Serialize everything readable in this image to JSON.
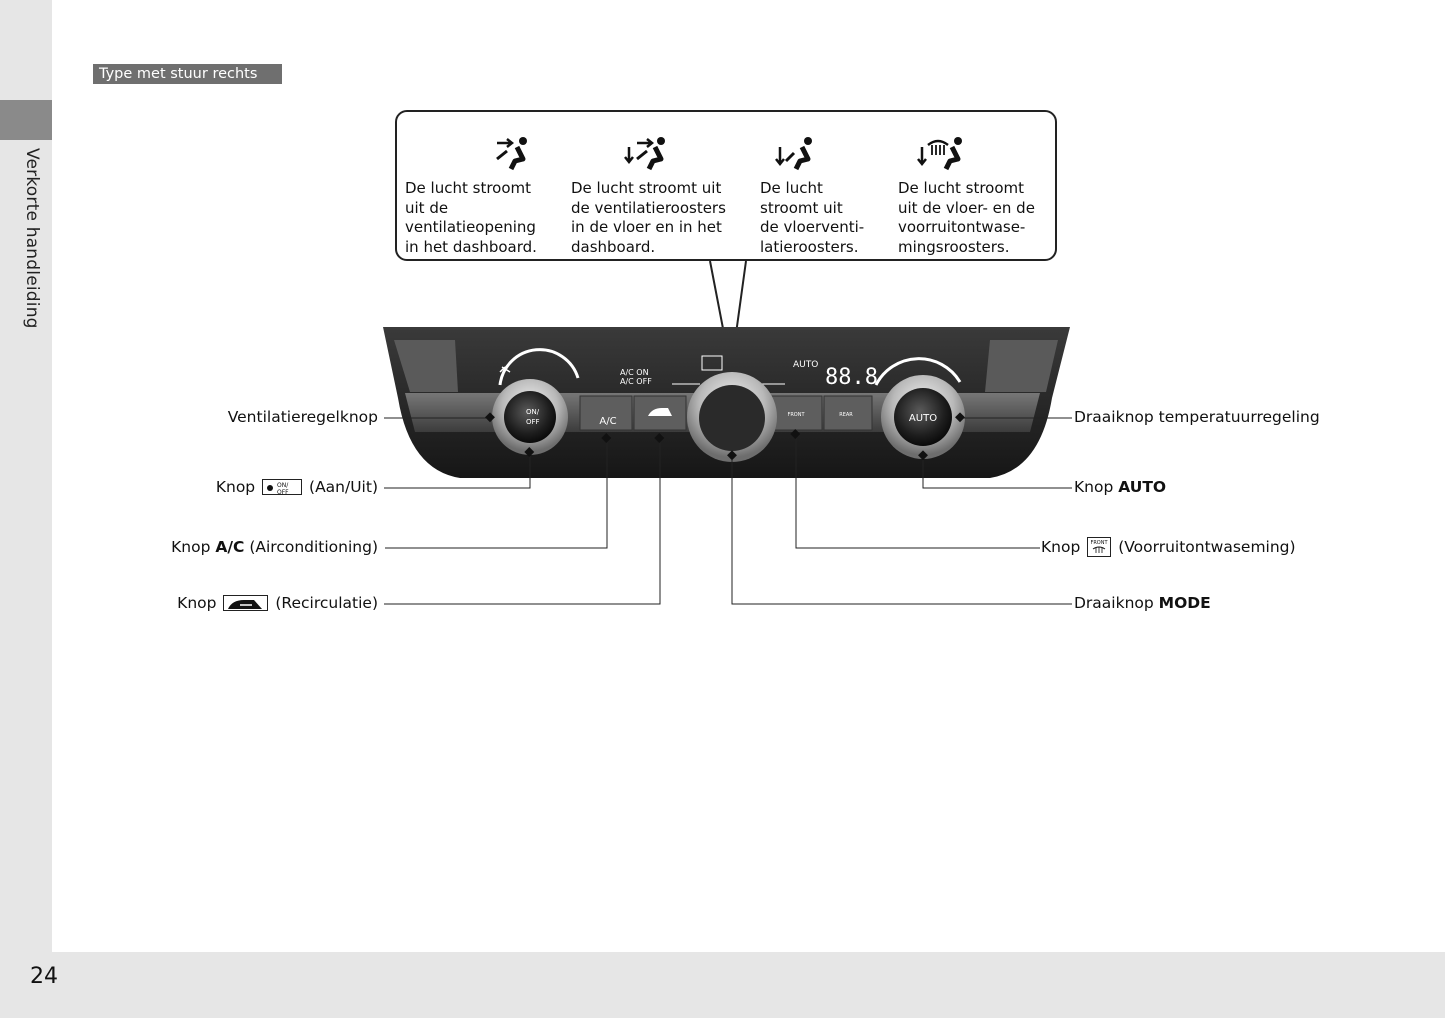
{
  "page": {
    "badge": "Type met stuur rechts",
    "side_title": "Verkorte handleiding",
    "page_number": "24"
  },
  "modes": [
    {
      "icon": "face-vent-icon",
      "text": "De lucht stroomt\nuit de\nventilatieopening\nin het dashboard."
    },
    {
      "icon": "bi-level-vent-icon",
      "text": "De lucht stroomt uit\nde ventilatieroosters\nin de vloer en in het\ndashboard."
    },
    {
      "icon": "floor-vent-icon",
      "text": "De lucht\nstroomt uit\nde vloerventi-\nlatieroosters."
    },
    {
      "icon": "floor-defrost-vent-icon",
      "text": "De lucht stroomt\nuit de vloer- en de\nvoorruitontwase-\nmingsroosters."
    }
  ],
  "panel": {
    "fan_knob_label": "ON/\nOFF",
    "ac_button": "A/C",
    "ac_on": "A/C ON",
    "ac_off": "A/C OFF",
    "auto_indicator": "AUTO",
    "display": "88.8",
    "front_label": "FRONT",
    "rear_label": "REAR",
    "auto_knob": "AUTO"
  },
  "labels": {
    "fan_control": "Ventilatieregelknop",
    "onoff_prefix": "Knop",
    "onoff_suffix": "(Aan/Uit)",
    "ac_prefix": "Knop",
    "ac_bold": "A/C",
    "ac_suffix": "(Airconditioning)",
    "recirc_prefix": "Knop",
    "recirc_suffix": "(Recirculatie)",
    "temp_control": "Draaiknop temperatuurregeling",
    "auto_prefix": "Knop",
    "auto_bold": "AUTO",
    "defrost_prefix": "Knop",
    "defrost_suffix": "(Voorruitontwaseming)",
    "mode_prefix": "Draaiknop",
    "mode_bold": "MODE"
  },
  "inline_icons": {
    "onoff_on": "ON/",
    "onoff_off": "OFF",
    "front": "FRONT"
  }
}
